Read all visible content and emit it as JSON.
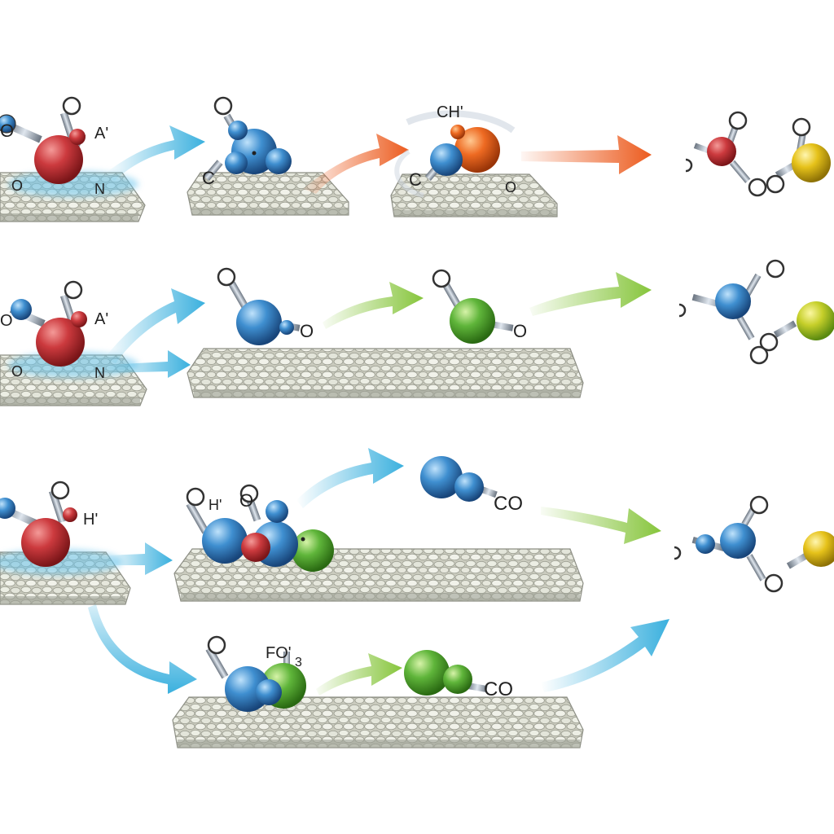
{
  "labels": {
    "r1_reactant_a": "A'",
    "r1_reactant_o": "O",
    "r1_surface_o": "O",
    "r1_surface_n": "N",
    "r1_adsorbed_c": "C",
    "r1_intermediate_ch": "CH'",
    "r1_intermediate_o": "O",
    "r1_intermediate_c": "C",
    "r2_reactant_a": "A'",
    "r2_reactant_o": "O",
    "r2_surface_o": "O",
    "r2_surface_n": "N",
    "r2_blue_o": "O",
    "r2_green_o": "O",
    "r3_reactant_h": "H'",
    "r3_adsorbed_h": "H'",
    "r3_adsorbed_o": "O",
    "r3_desorbed_co": "CO",
    "r4_adsorbed_f": "FO'",
    "r4_adsorbed_3": "3",
    "r4_desorbed_co": "CO"
  },
  "colors": {
    "oxygen_red": "#c8323a",
    "carbon_blue": "#3f8fd0",
    "green": "#5fb53a",
    "orange": "#ee6a22",
    "yellow": "#e6c21a",
    "arrow_cyan": "#3ab0de",
    "arrow_orange": "#ec5b1e",
    "arrow_green": "#86c53b",
    "surface": "#dedfd4"
  },
  "icons": {
    "surface": "catalyst-surface-icon",
    "molecule": "molecule-icon",
    "arrow": "reaction-arrow-icon"
  }
}
